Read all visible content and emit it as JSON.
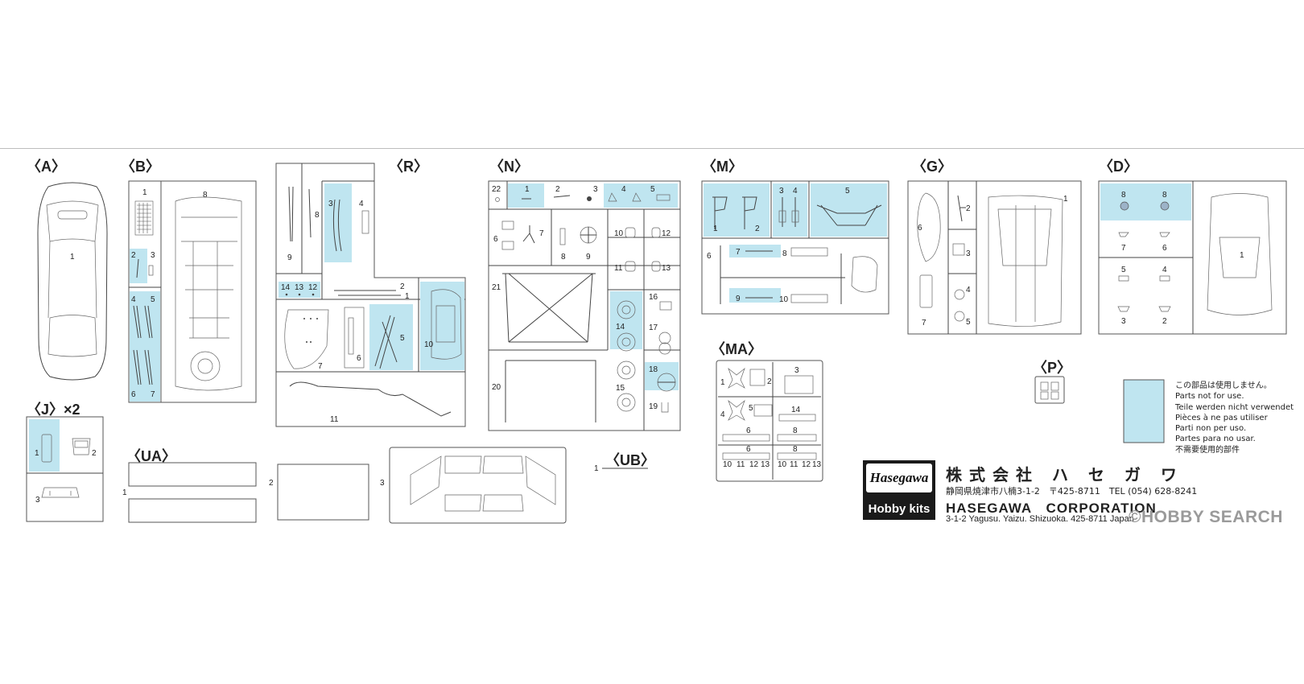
{
  "sheet": {
    "title_labels": {
      "A": "〈A〉",
      "B": "〈B〉",
      "R": "〈R〉",
      "N": "〈N〉",
      "M": "〈M〉",
      "G": "〈G〉",
      "D": "〈D〉",
      "J": "〈J〉×2",
      "UA": "〈UA〉",
      "UB": "〈UB〉",
      "MA": "〈MA〉",
      "P": "〈P〉"
    },
    "legend_colors": {
      "highlight": "#bfe5f0",
      "outline": "#555555"
    }
  },
  "company": {
    "logo_top": "Hasegawa",
    "logo_bottom": "Hobby kits",
    "name_jp": "株式会社 ハ セ ガ ワ",
    "address_jp": "静岡県焼津市八楠3-1-2　〒425-8711　TEL (054) 628-8241",
    "name_en": "HASEGAWA　CORPORATION",
    "address_en": "3-1-2 Yagusu. Yaizu. Shizuoka. 425-8711 Japan"
  },
  "notice": {
    "lines": [
      "この部品は使用しません。",
      "Parts not for use.",
      "Teile werden nicht verwendet",
      "Pièces à ne pas utiliser",
      "Parti non per uso.",
      "Partes para no usar.",
      "不需要使用的部件"
    ]
  },
  "watermark": "©HOBBY SEARCH"
}
